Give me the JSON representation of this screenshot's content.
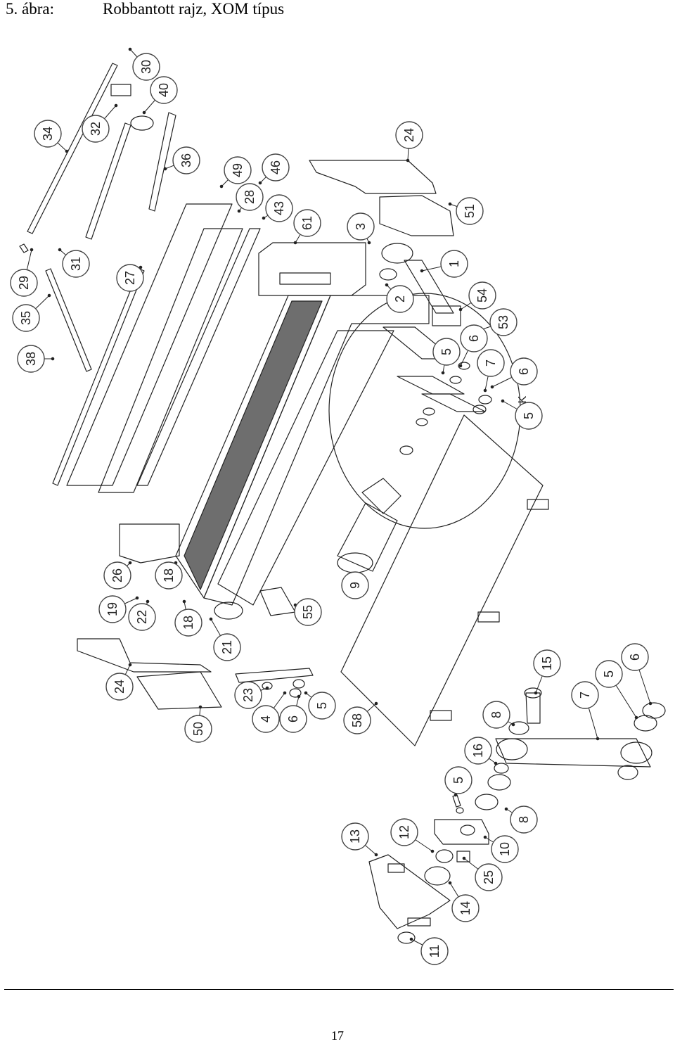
{
  "figure": {
    "number": "5. ábra:",
    "title": "Robbantott rajz, XOM típus"
  },
  "callouts": [
    "30",
    "40",
    "34",
    "32",
    "36",
    "49",
    "46",
    "24",
    "28",
    "43",
    "61",
    "51",
    "3",
    "29",
    "31",
    "27",
    "35",
    "38",
    "1",
    "2",
    "54",
    "53",
    "6",
    "5",
    "7",
    "6",
    "5",
    "26",
    "18",
    "19",
    "22",
    "18",
    "21",
    "55",
    "9",
    "24",
    "23",
    "4",
    "6",
    "5",
    "50",
    "58",
    "15",
    "6",
    "5",
    "7",
    "8",
    "16",
    "5",
    "8",
    "13",
    "12",
    "10",
    "25",
    "14",
    "11"
  ],
  "detail_marker": "K",
  "page_number": "17"
}
